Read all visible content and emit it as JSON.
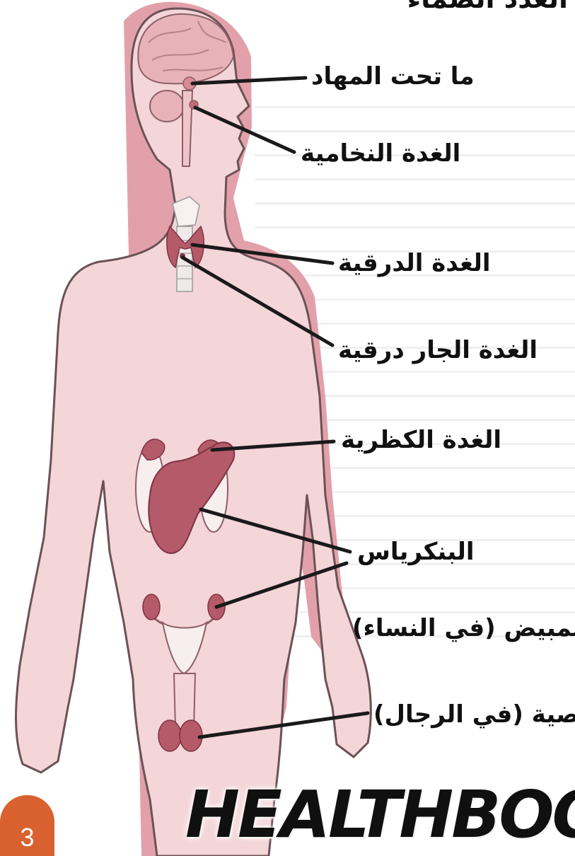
{
  "diagram": {
    "title": "الغدد الصماء",
    "labels": [
      {
        "id": "hypothalamus",
        "text": "ما تحت المهاد"
      },
      {
        "id": "pituitary",
        "text": "الغدة النخامية"
      },
      {
        "id": "thyroid",
        "text": "الغدة الدرقية"
      },
      {
        "id": "parathyroid",
        "text": "الغدة الجار درقية"
      },
      {
        "id": "adrenal",
        "text": "الغدة الكظرية"
      },
      {
        "id": "pancreas",
        "text": "البنكرياس"
      },
      {
        "id": "ovary",
        "text": "المبيض (في النساء)"
      },
      {
        "id": "testis",
        "text": "الخصية (في الرجال)"
      }
    ]
  },
  "watermark": "HEALTHBOOK.",
  "slide_number": "3",
  "colors": {
    "skin": "#f2d0d3",
    "skin_shadow": "#e2a1aa",
    "organ": "#b45a69",
    "organ_dark": "#8e3a4a",
    "outline": "#6b5256",
    "leader": "#1a1a1a",
    "badge": "#d8612f"
  }
}
